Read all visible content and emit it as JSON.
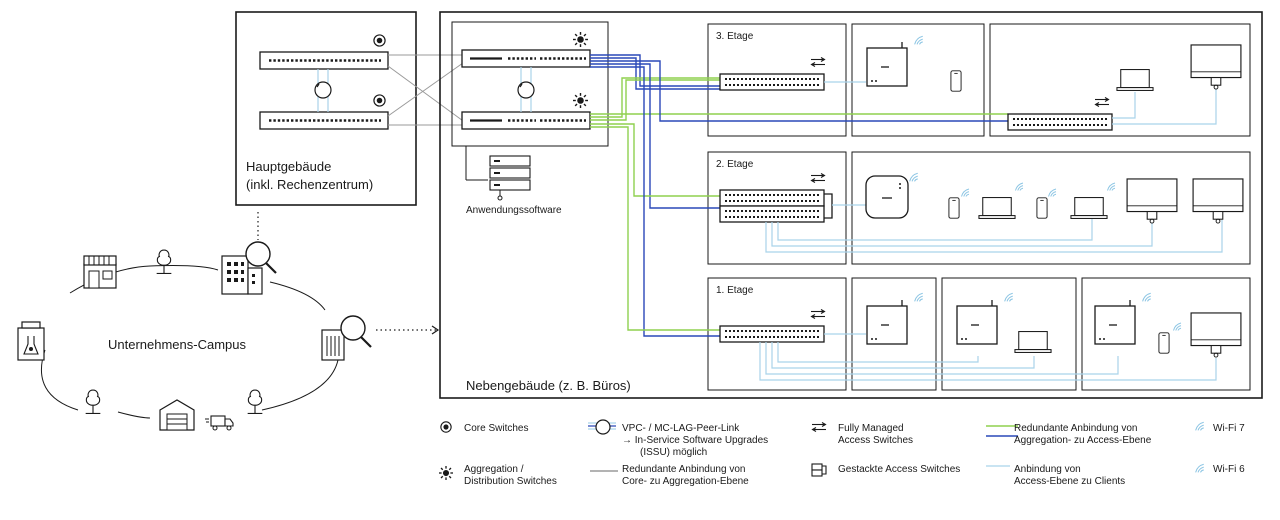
{
  "buildings": {
    "main": "Hauptgebäude",
    "main_sub": "(inkl. Rechenzentrum)",
    "secondary": "Nebengebäude (z. B. Büros)",
    "app_software": "Anwendungssoftware"
  },
  "floors": [
    "3. Etage",
    "2. Etage",
    "1. Etage"
  ],
  "campus": {
    "label": "Unternehmens-Campus"
  },
  "legend": {
    "core": "Core Switches",
    "aggregation_1": "Aggregation /",
    "aggregation_2": "Distribution Switches",
    "vpc_1": "VPC- / MC-LAG-Peer-Link",
    "vpc_2": "→  In-Service Software Upgrades",
    "vpc_3": "(ISSU) möglich",
    "core_agg_1": "Redundante Anbindung von",
    "core_agg_2": "Core- zu Aggregation-Ebene",
    "managed_1": "Fully Managed",
    "managed_2": "Access Switches",
    "stacked": "Gestackte Access Switches",
    "agg_access_1": "Redundante Anbindung von",
    "agg_access_2": "Aggregation- zu Access-Ebene",
    "clients_1": "Anbindung von",
    "clients_2": "Access-Ebene zu Clients",
    "wifi7": "Wi-Fi 7",
    "wifi6": "Wi-Fi 6"
  },
  "colors": {
    "green_link": "#8fd14f",
    "blue_link": "#2a48b8",
    "client_link": "#a9d3ea",
    "core_link": "#9a9a9a",
    "wifi": "#8ec6e4"
  }
}
